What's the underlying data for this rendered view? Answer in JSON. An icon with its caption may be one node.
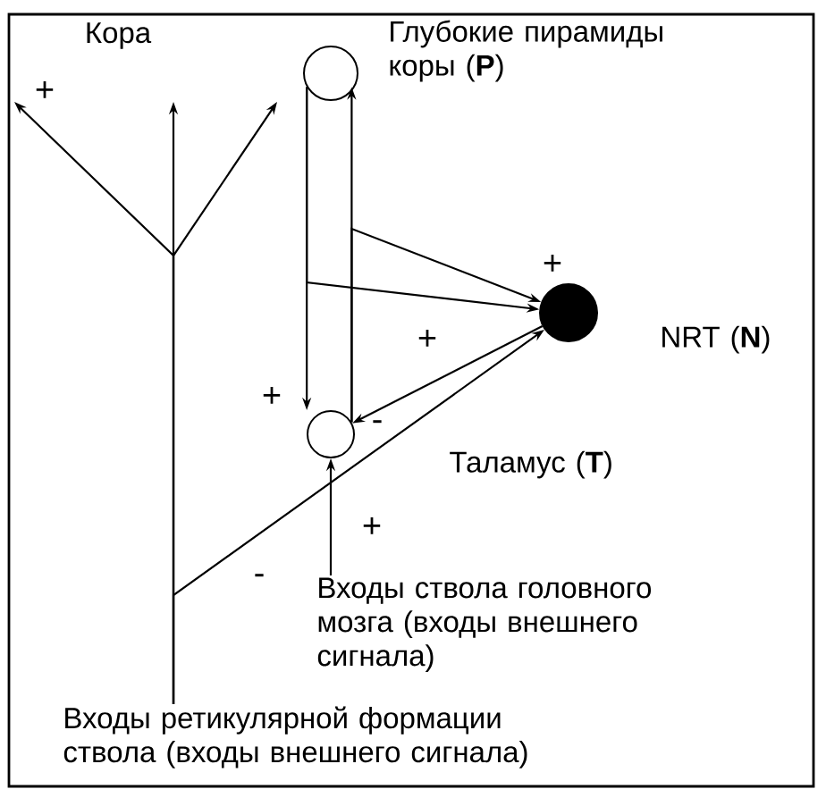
{
  "diagram": {
    "nodes": [
      {
        "text": [
          "Глубокие пирамиды коры (**P**)"
        ]
      },
      {
        "text": [
          "NRT (**N**)"
        ]
      },
      {
        "text": [
          "Таламус (**T**)"
        ]
      },
      {
        "text": [
          "Входы ствола головного мозга (входы внешнего сигнала)"
        ]
      },
      {
        "text": [
          "Входы ретикулярной формации ствола (входы внешнего сигнала)"
        ]
      }
    ],
    "edges": [
      {
        "from": 0,
        "to": 2,
        "arrow": "to",
        "label": "+"
      },
      {
        "from": 2,
        "to": 0,
        "arrow": "to"
      },
      {
        "from": 2,
        "to": 1,
        "arrow": "to",
        "label": "+"
      },
      {
        "from": 0,
        "to": 1,
        "arrow": "to",
        "label": "+"
      },
      {
        "from": 1,
        "to": 2,
        "arrow": "to",
        "label": "-"
      },
      {
        "from": 3,
        "to": 2,
        "arrow": "to",
        "label": "+"
      },
      {
        "from": 4,
        "to": 1,
        "arrow": "to",
        "label": "-"
      },
      {
        "from": 4,
        "to": null,
        "arrow": "to",
        "label": "+"
      },
      {
        "from": 4,
        "to": null,
        "arrow": "to"
      },
      {
        "from": 4,
        "to": null,
        "arrow": "to"
      }
    ],
    "labels": [
      "Кора"
    ]
  }
}
